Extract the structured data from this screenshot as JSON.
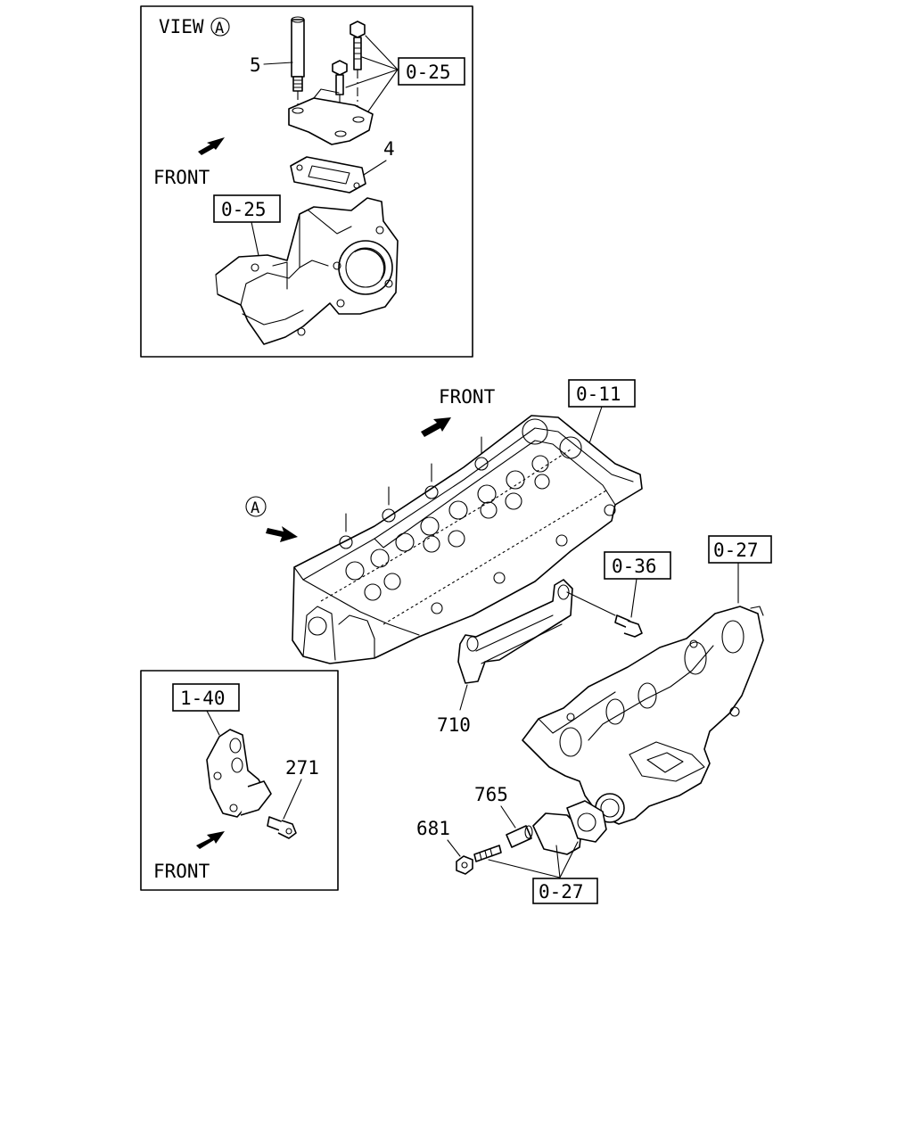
{
  "view_a": {
    "title": "VIEW",
    "circle": "A",
    "front": "FRONT",
    "part_5": "5",
    "part_4": "4",
    "ref_bolts": "0-25",
    "ref_head": "0-25"
  },
  "main": {
    "front": "FRONT",
    "circle_a": "A",
    "ref_cover": "0-11",
    "ref_bolt": "0-36",
    "ref_manifold": "0-27",
    "ref_gasket": "0-27",
    "part_710": "710",
    "part_765": "765",
    "part_681": "681"
  },
  "inset": {
    "ref_bracket": "1-40",
    "part_271": "271",
    "front": "FRONT"
  }
}
